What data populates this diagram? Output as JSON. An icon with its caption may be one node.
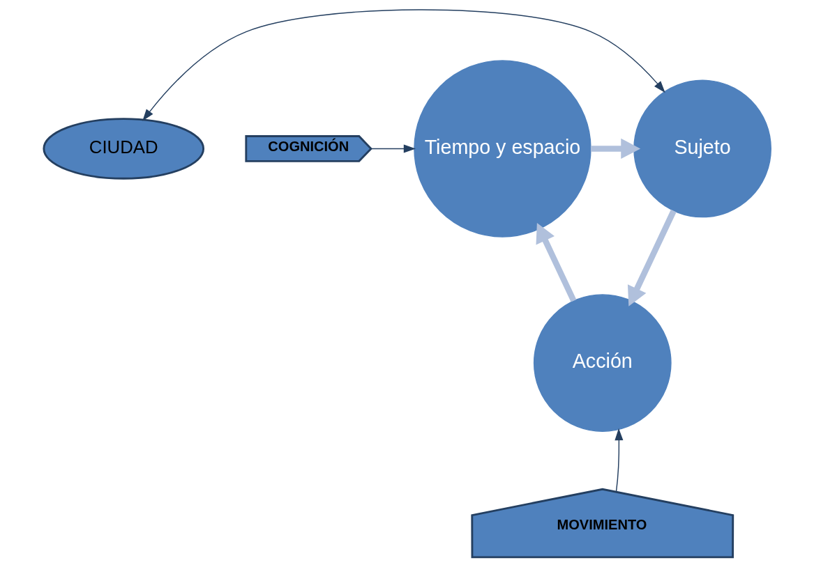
{
  "diagram": {
    "nodes": [
      {
        "text": [
          "Tiempo y espacio"
        ]
      },
      {
        "text": [
          "Sujeto"
        ]
      },
      {
        "text": [
          "Acción"
        ]
      },
      {
        "text": [
          "COGNICIÓN"
        ]
      },
      {
        "text": [
          "CIUDAD"
        ]
      },
      {
        "text": [
          "MOVIMIENTO"
        ]
      }
    ],
    "edges": [
      {
        "from": 0,
        "to": 1,
        "arrow": "to",
        "style": "thick",
        "color": "#b0c0dc"
      },
      {
        "from": 1,
        "to": 2,
        "arrow": "to",
        "style": "thick",
        "color": "#b0c0dc"
      },
      {
        "from": 2,
        "to": 0,
        "arrow": "to",
        "style": "thick",
        "color": "#b0c0dc"
      },
      {
        "from": 3,
        "to": 0,
        "arrow": "to",
        "color": "#243f60"
      },
      {
        "from": 4,
        "to": 1,
        "arrow": "both",
        "color": "#243f60"
      },
      {
        "from": 5,
        "to": 2,
        "arrow": "to",
        "color": "#243f60"
      }
    ]
  }
}
